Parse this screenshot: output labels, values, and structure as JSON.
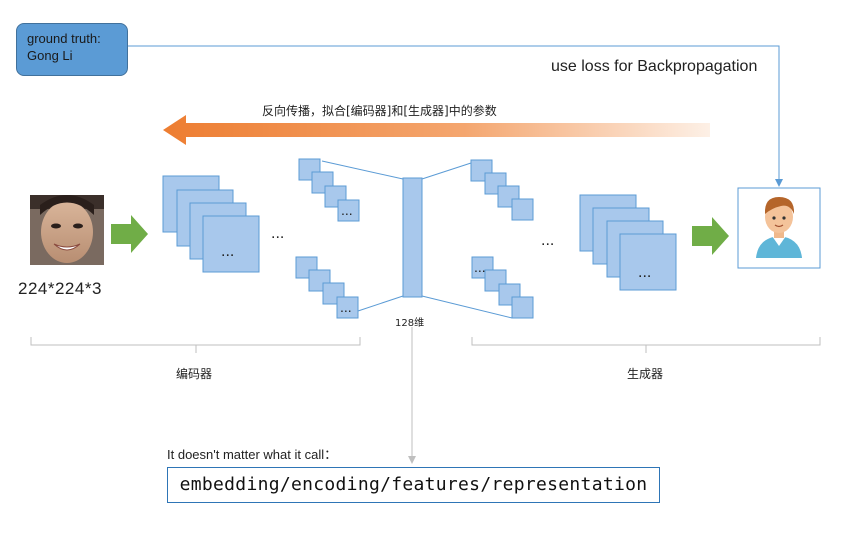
{
  "ground_truth": {
    "line1": "ground truth:",
    "line2": "Gong Li"
  },
  "loss_label": "use loss for Backpropagation",
  "backprop_label": "反向传播，拟合[编码器]和[生成器]中的参数",
  "input_size_label": "224*224*3",
  "dots": "...",
  "inner_dots": "...",
  "bottleneck_label": "128维",
  "encoder_label": "编码器",
  "generator_label": "生成器",
  "note_label": "It doesn't matter what it call：",
  "terms_label": "embedding/encoding/features/representation",
  "colors": {
    "block_fill": "#a8c8ec",
    "block_stroke": "#5b9bd5",
    "arrow_green": "#70ad47",
    "arrow_orange": "#ed7d31",
    "line_blue": "#5b9bd5"
  },
  "icons": {
    "input_face": "photo-face-icon",
    "output_avatar": "male-avatar-icon"
  }
}
